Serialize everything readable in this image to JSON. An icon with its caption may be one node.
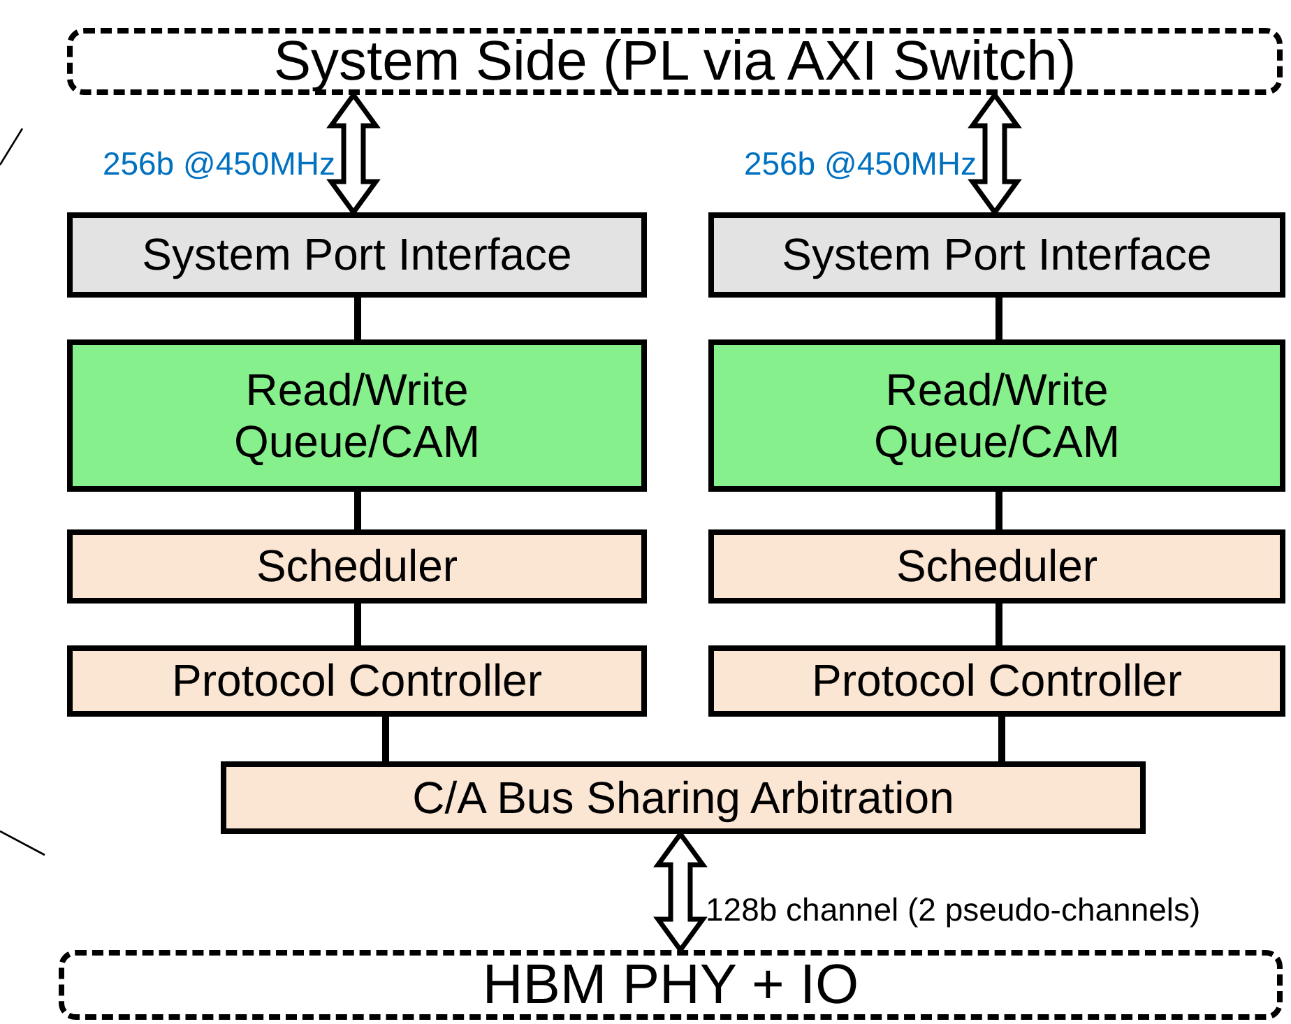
{
  "diagram": {
    "nodes": [
      {
        "text": [
          "System Side (PL via AXI Switch)"
        ]
      },
      {
        "text": [
          "System Port Interface"
        ]
      },
      {
        "text": [
          "Read/Write Queue/CAM"
        ]
      },
      {
        "text": [
          "Scheduler"
        ]
      },
      {
        "text": [
          "Protocol Controller"
        ]
      },
      {
        "text": [
          "System Port Interface"
        ]
      },
      {
        "text": [
          "Read/Write Queue/CAM"
        ]
      },
      {
        "text": [
          "Scheduler"
        ]
      },
      {
        "text": [
          "Protocol Controller"
        ]
      },
      {
        "text": [
          "C/A Bus Sharing Arbitration"
        ]
      },
      {
        "text": [
          "HBM PHY + IO"
        ]
      }
    ],
    "edges": [
      {
        "from": 0,
        "to": 1,
        "arrow": "both",
        "style": "thick",
        "label": "256b @450MHz"
      },
      {
        "from": 0,
        "to": 5,
        "arrow": "both",
        "style": "thick",
        "label": "256b @450MHz"
      },
      {
        "from": 1,
        "to": 2,
        "arrow": "none"
      },
      {
        "from": 2,
        "to": 3,
        "arrow": "none"
      },
      {
        "from": 3,
        "to": 4,
        "arrow": "none"
      },
      {
        "from": 5,
        "to": 6,
        "arrow": "none"
      },
      {
        "from": 6,
        "to": 7,
        "arrow": "none"
      },
      {
        "from": 7,
        "to": 8,
        "arrow": "none"
      },
      {
        "from": 4,
        "to": 9,
        "arrow": "none"
      },
      {
        "from": 8,
        "to": 9,
        "arrow": "none"
      },
      {
        "from": 9,
        "to": 10,
        "arrow": "both",
        "style": "thick",
        "label": "128b channel (2 pseudo-channels)"
      }
    ]
  }
}
